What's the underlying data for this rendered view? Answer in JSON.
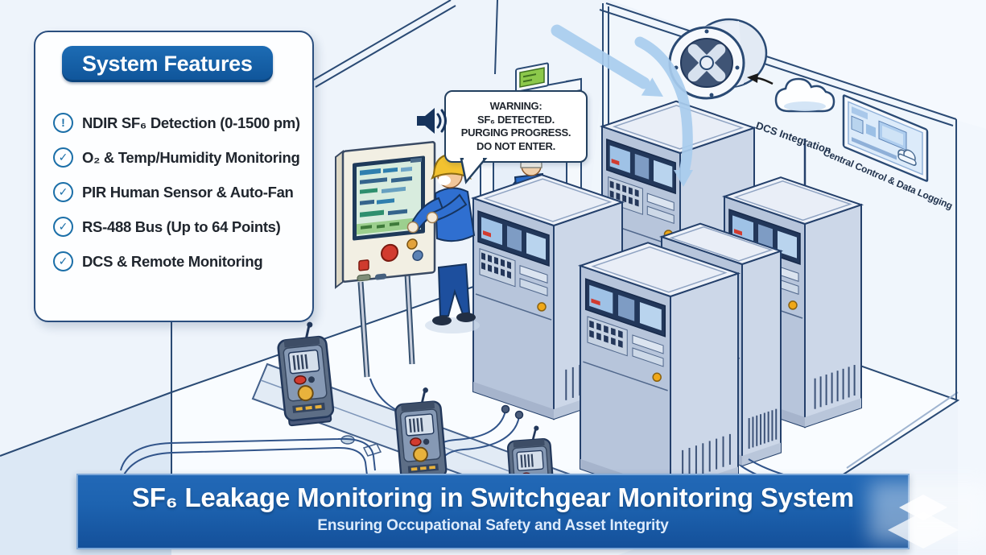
{
  "features": {
    "header": "System Features",
    "items": [
      {
        "icon": "alert",
        "label": "NDIR SF₆ Detection (0-1500 pm)"
      },
      {
        "icon": "check",
        "label": "O₂ & Temp/Humidity Monitoring"
      },
      {
        "icon": "check",
        "label": "PIR Human Sensor & Auto-Fan"
      },
      {
        "icon": "check",
        "label": "RS-488 Bus (Up to 64 Points)"
      },
      {
        "icon": "check",
        "label": "DCS & Remote Monitoring"
      }
    ]
  },
  "warning": {
    "lines": [
      "WARNING:",
      "SF₆ DETECTED.",
      "PURGING PROGRESS.",
      "DO NOT ENTER."
    ]
  },
  "wall_labels": {
    "dcs_integration": "DCS Integration",
    "central_control": "Central Control & Data Logging"
  },
  "banner": {
    "title": "SF₆ Leakage Monitoring in Switchgear Monitoring System",
    "subtitle": "Ensuring Occupational Safety and Asset Integrity"
  },
  "icons": {
    "feature_alert": "!",
    "feature_check": "✓"
  },
  "colors": {
    "accent_blue": "#1565ad",
    "banner_blue": "#1d63b0",
    "banner_blue_deep": "#14509a",
    "banner_border": "#7fa9d9",
    "check_blue": "#1b6fa8",
    "text_dark": "#20262e",
    "outline_navy": "#24406b",
    "wall": "#eef4fb",
    "floor": "#f9fcff",
    "cabinet_face": "#b7c5db",
    "cabinet_side": "#ccd7e8",
    "cabinet_top": "#eef2f9",
    "helmet_yellow": "#f2c230",
    "worker_blue": "#2f6fd0",
    "worker_blue_dark": "#1d4f9e",
    "led_yellow": "#f0a818",
    "arrow_blue": "#a9cdee",
    "alarm_red": "#d23b2f",
    "sign_green": "#8cc84b",
    "panel_cream": "#f2efe3",
    "detector_body": "#5d6e86"
  }
}
